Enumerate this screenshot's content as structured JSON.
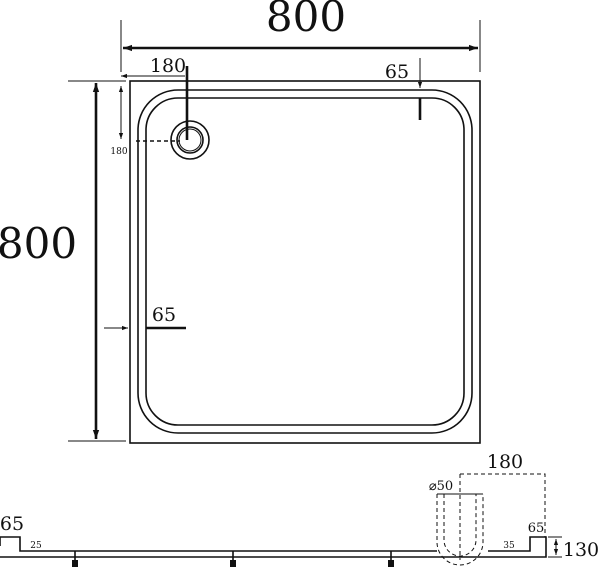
{
  "plan": {
    "width_label": "800",
    "height_label": "800",
    "drain_x_offset": "180",
    "drain_y_offset": "180",
    "rim_top": "65",
    "rim_left": "65"
  },
  "profile": {
    "rim_left": "65",
    "step_left": "25",
    "drain_diameter": "⌀50",
    "drain_offset": "180",
    "step_right": "35",
    "rim_right": "65",
    "height": "130"
  }
}
